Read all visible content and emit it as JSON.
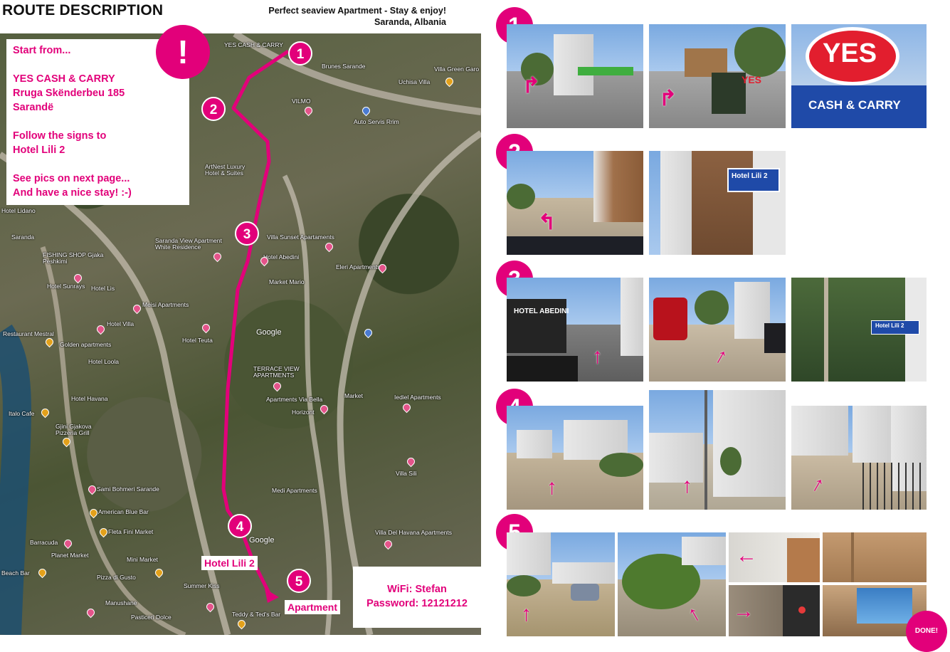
{
  "header": {
    "title": "ROUTE DESCRIPTION",
    "subtitle_line1": "Perfect seaview Apartment - Stay & enjoy!",
    "subtitle_line2": "Saranda, Albania"
  },
  "info_box": {
    "line1": "Start from...",
    "line2": "",
    "line3": "YES CASH & CARRY",
    "line4": "Rruga Skënderbeu 185",
    "line5": "Sarandë",
    "line6": "",
    "line7": "Follow the signs to",
    "line8": "Hotel Lili 2",
    "line9": "",
    "line10": "See pics on next page...",
    "line11": "And have a nice stay! :-)"
  },
  "alert_badge": "!",
  "route_steps": [
    "1",
    "2",
    "3",
    "4",
    "5"
  ],
  "map_tags": {
    "hotel": "Hotel Lili 2",
    "apartment": "Apartment"
  },
  "wifi": {
    "line1": "WiFi: Stefan",
    "line2": "Password: 12121212"
  },
  "map_labels": {
    "yes_cash": "YES CASH & CARRY",
    "brunes": "Brunes Sarande",
    "villa_green": "Villa Green Garo",
    "uchisa": "Uchisa Villa",
    "vilmo": "VILMO",
    "auto_servis": "Auto Servis Rrim",
    "artnest": "ArtNest Luxury Hotel & Suites",
    "saranda_view": "Saranda View Apartment White Residence",
    "villa_sunset": "Villa Sunset Apartaments",
    "hotel_abedini": "Hotel Abedini",
    "market": "Market Mario",
    "eleni": "Eleri Apartments",
    "fishing": "FISHING SHOP Gjaka Peshkimi",
    "hotel_sunrays": "Hotel Sunrays",
    "hotel_lis": "Hotel Lis",
    "meisi": "Meisi Apartments",
    "hotel_villa": "Hotel Villa",
    "restaurant": "Restaurant Mestral",
    "golden": "Golden apartments",
    "hotel_teuta": "Hotel Teuta",
    "hotel_loola": "Hotel Loola",
    "terrace": "TERRACE VIEW APARTMENTS",
    "via_bella": "Apartments Via Bella",
    "horizont": "Horizont",
    "market2": "Market",
    "iediel": "Iediel Apartments",
    "havana": "Hotel Havana",
    "lidano": "Hotel Lidano",
    "saranda": "Saranda",
    "cafe": "Italo Cafe",
    "gjakova": "Gjini Gjakova Pizzeria Grill",
    "villa_sili": "Villa Sili",
    "sami": "Sami Bohmeri Sarande",
    "medi": "Medi Apartments",
    "american": "American Blue Bar",
    "fleta": "Fleta Fini Market",
    "barracuda": "Barracuda",
    "planet": "Planet Market",
    "mini": "Mini Market",
    "pizza": "Pizza di Gusto",
    "beach_bar": "Beach Bar",
    "manushane": "Manushane",
    "summer": "Summer Kiss",
    "teddy": "Teddy & Ted's Bar",
    "pasticeri": "Pasticeri Dolce",
    "villa_havana": "Villa Del Havana Apartments",
    "google1": "Google",
    "google2": "Google"
  },
  "photos": {
    "yes_sign": "YES",
    "cash_carry": "CASH & CARRY",
    "hotel_sign": "Hotel Lili 2",
    "abedini_sign": "HOTEL ABEDINI",
    "lili_sign": "Hotel Lili 2",
    "yes_small": "YES"
  },
  "done_badge": "DONE!",
  "colors": {
    "accent": "#e2007a",
    "route": "#e2007a"
  }
}
